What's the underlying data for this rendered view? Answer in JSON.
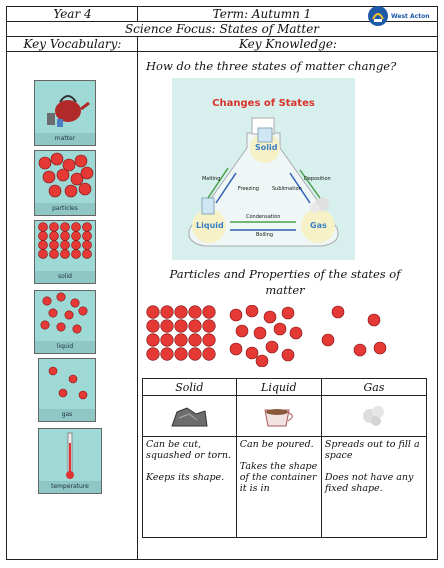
{
  "header": {
    "year": "Year 4",
    "term": "Term: Autumn 1",
    "school": "West Acton"
  },
  "focus": "Science Focus: States of Matter",
  "columns": {
    "left": "Key Vocabulary:",
    "right": "Key Knowledge:"
  },
  "vocabulary": [
    "matter",
    "particles",
    "solid",
    "liquid",
    "gas",
    "temperature"
  ],
  "question": "How do the three states of matter change?",
  "diagram": {
    "title": "Changes of States",
    "solid": "Solid",
    "liquid": "Liquid",
    "gas": "Gas",
    "melting": "Melting",
    "freezing": "Freezing",
    "sublimation": "Sublimation",
    "deposition": "Deposition",
    "condensation": "Condensation",
    "boiling": "Boiling",
    "colors": {
      "title": "#d9342b",
      "solid": "#3b7fc6",
      "liquid": "#3b7fc6",
      "gas": "#3b7fc6",
      "arrow_blue": "#2f5fb3",
      "arrow_green": "#4aa04a"
    }
  },
  "particles_title": "Particles and Properties of the states of matter",
  "particle_color": "#e53935",
  "table": {
    "headers": [
      "Solid",
      "Liquid",
      "Gas"
    ],
    "solid": [
      "Can be cut, squashed or torn.",
      "Keeps its shape."
    ],
    "liquid": [
      "Can be poured.",
      "Takes the shape of the container it is in"
    ],
    "gas": [
      "Spreads out to fill a space",
      "Does not have any fixed shape."
    ]
  }
}
